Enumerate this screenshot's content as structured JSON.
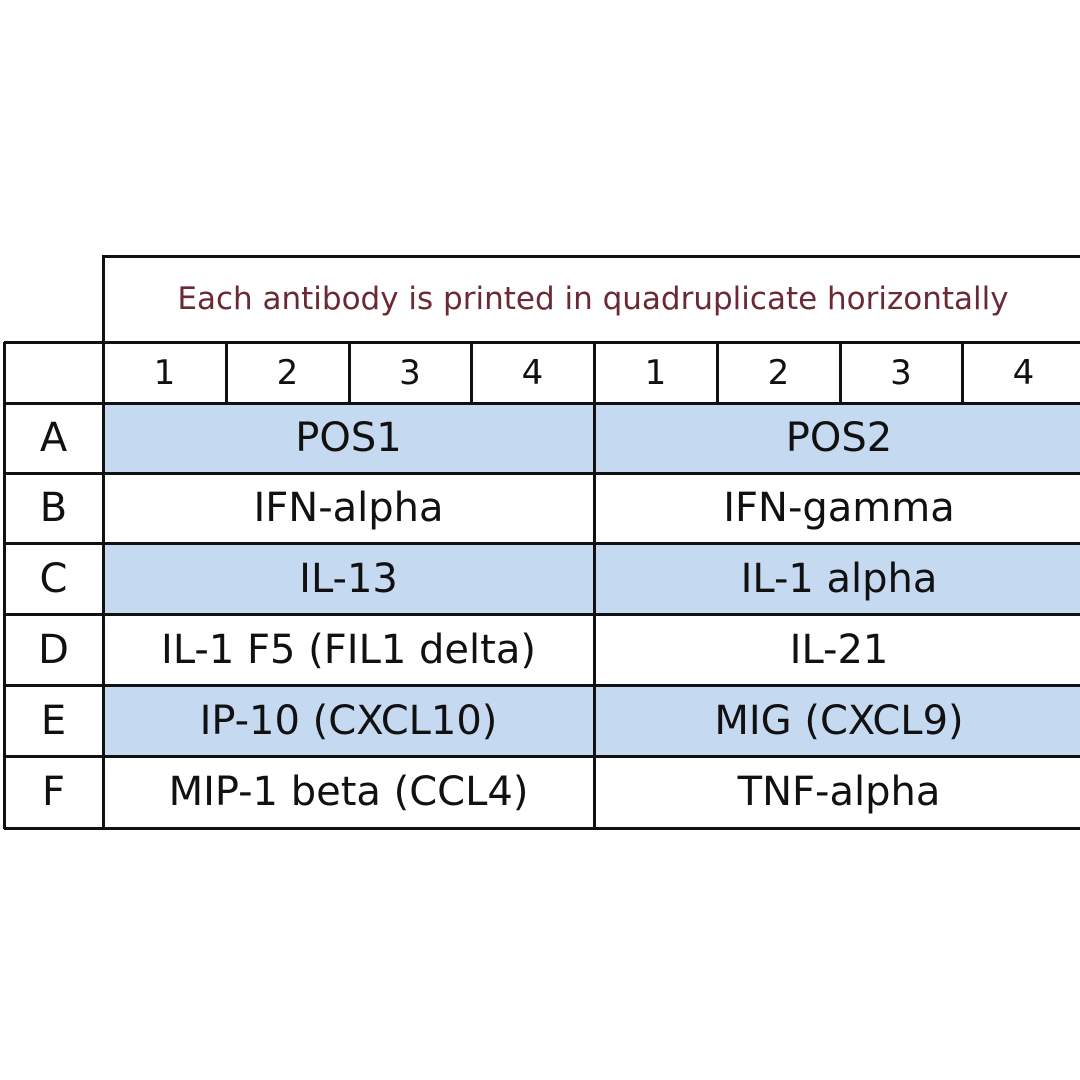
{
  "header": "Each antibody is printed in quadruplicate horizontally",
  "columns": [
    "1",
    "2",
    "3",
    "4",
    "1",
    "2",
    "3",
    "4"
  ],
  "rows": [
    {
      "label": "A",
      "left": "POS1",
      "right": "POS2",
      "shaded": true
    },
    {
      "label": "B",
      "left": "IFN-alpha",
      "right": "IFN-gamma",
      "shaded": false
    },
    {
      "label": "C",
      "left": "IL-13",
      "right": "IL-1 alpha",
      "shaded": true
    },
    {
      "label": "D",
      "left": "IL-1 F5 (FIL1 delta)",
      "right": "IL-21",
      "shaded": false
    },
    {
      "label": "E",
      "left": "IP-10 (CXCL10)",
      "right": "MIG (CXCL9)",
      "shaded": true
    },
    {
      "label": "F",
      "left": "MIP-1 beta (CCL4)",
      "right": "TNF-alpha",
      "shaded": false
    }
  ],
  "colors": {
    "shade": "#c5d9f1",
    "header_text": "#6b2a33",
    "lines": "#111111"
  }
}
